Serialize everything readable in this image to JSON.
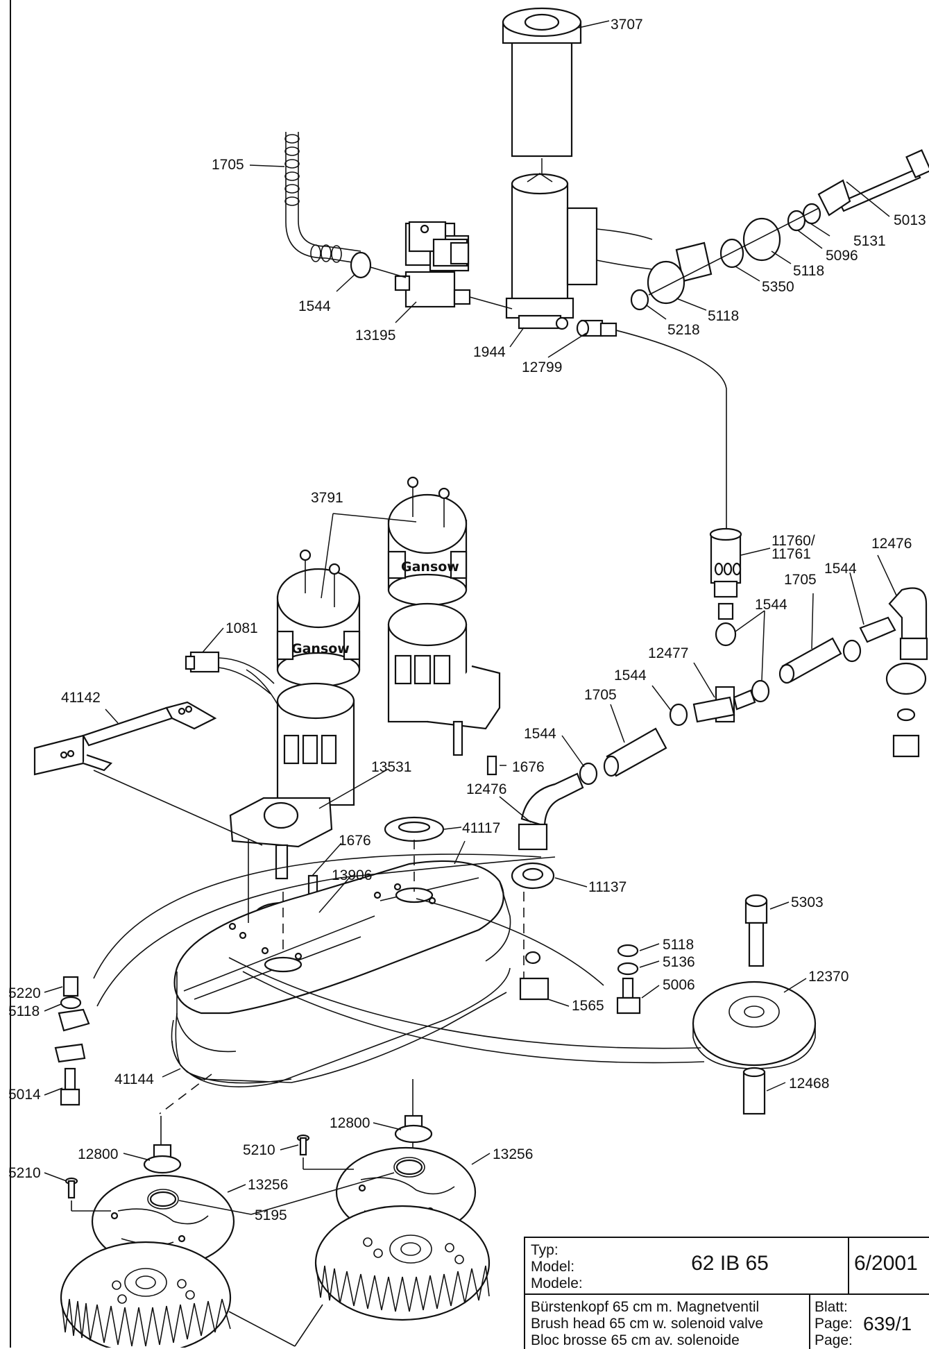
{
  "part_numbers": [
    "3707",
    "1705",
    "5013",
    "5131",
    "5096",
    "5118",
    "5350",
    "1544",
    "13195",
    "1944",
    "12799",
    "5218",
    "3791",
    "11760/",
    "11761",
    "12476",
    "1081",
    "12477",
    "41142",
    "13531",
    "1676",
    "41117",
    "13906",
    "11137",
    "5303",
    "5136",
    "5006",
    "1565",
    "12370",
    "5220",
    "5014",
    "41144",
    "12468",
    "12800",
    "5210",
    "13256",
    "5195"
  ],
  "motor_brand": "Gansow",
  "title_block": {
    "type_labels": [
      "Typ:",
      "Model:",
      "Modele:"
    ],
    "model": "62 IB 65",
    "date": "6/2001",
    "descriptions": [
      "Bürstenkopf 65 cm m. Magnetventil",
      "Brush head 65 cm w. solenoid valve",
      "Bloc brosse 65 cm av. solenoide"
    ],
    "page_labels": [
      "Blatt:",
      "Page:",
      "Page:"
    ],
    "page": "639/1"
  }
}
